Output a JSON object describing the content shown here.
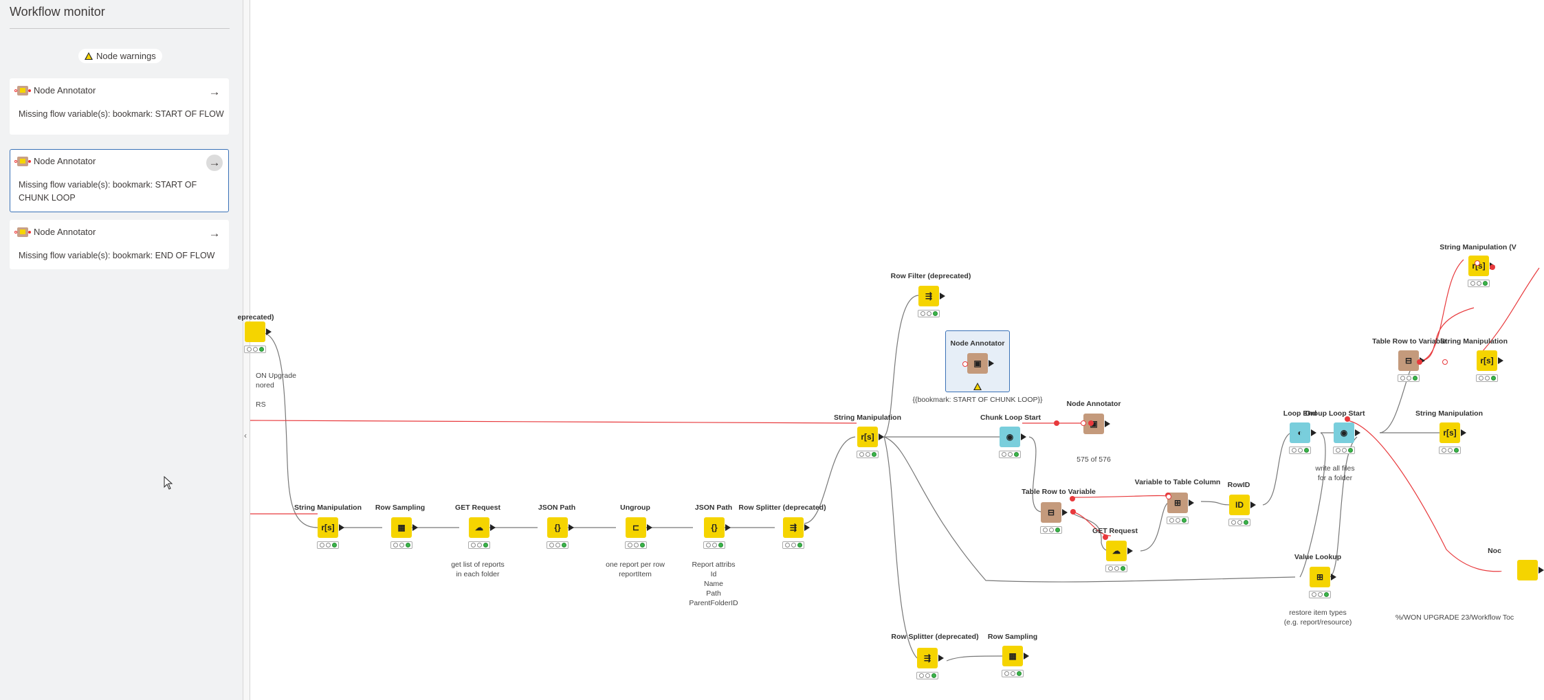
{
  "sidebar": {
    "title": "Workflow monitor",
    "warnings_pill": "Node warnings",
    "cards": [
      {
        "node": "Node Annotator",
        "message": "Missing flow variable(s): bookmark: START OF FLOW"
      },
      {
        "node": "Node Annotator",
        "message": "Missing flow variable(s): bookmark: START OF CHUNK LOOP"
      },
      {
        "node": "Node Annotator",
        "message": "Missing flow variable(s): bookmark: END OF FLOW"
      }
    ],
    "arrow": "→",
    "collapse": "‹"
  },
  "canvas": {
    "nodes": {
      "deprecated_partial": {
        "label": "eprecated)",
        "annot": "ON Upgrade\nnored\n\nRS"
      },
      "string_manip_1": {
        "label": "String Manipulation",
        "icon": "r[s]"
      },
      "row_sampling_1": {
        "label": "Row Sampling",
        "icon": "▦"
      },
      "get_request_1": {
        "label": "GET Request",
        "icon": "☁",
        "annot": "get list of reports\nin each folder"
      },
      "json_path_1": {
        "label": "JSON Path",
        "icon": "{}"
      },
      "ungroup": {
        "label": "Ungroup",
        "icon": "⊏",
        "annot": "one report per row\nreportItem"
      },
      "json_path_2": {
        "label": "JSON Path",
        "icon": "{}",
        "annot": "Report attribs\nId\nName\nPath\nParentFolderID"
      },
      "row_splitter_1": {
        "label": "Row Splitter (deprecated)",
        "icon": "⇶"
      },
      "string_manip_2": {
        "label": "String Manipulation",
        "icon": "r[s]"
      },
      "row_filter": {
        "label": "Row Filter (deprecated)",
        "icon": "⇶"
      },
      "node_annotator_1": {
        "label": "Node Annotator",
        "icon": "▣",
        "annot": "{{bookmark: START OF CHUNK LOOP}}"
      },
      "chunk_loop_start": {
        "label": "Chunk Loop Start",
        "icon": "◉"
      },
      "node_annotator_2": {
        "label": "Node Annotator",
        "icon": "▣",
        "annot": "575 of 576"
      },
      "table_row_to_var_1": {
        "label": "Table Row to Variable",
        "icon": "⊟"
      },
      "get_request_2": {
        "label": "GET Request",
        "icon": "☁"
      },
      "var_to_table_col": {
        "label": "Variable to Table Column",
        "icon": "⊞"
      },
      "rowid": {
        "label": "RowID",
        "icon": "ID"
      },
      "loop_end": {
        "label": "Loop End",
        "icon": "◐"
      },
      "group_loop_start": {
        "label": "Group Loop Start",
        "icon": "◉",
        "annot": "write all files\nfor a folder"
      },
      "value_lookup": {
        "label": "Value Lookup",
        "icon": "⊞",
        "annot": "restore item types\n(e.g. report/resource)"
      },
      "row_splitter_2": {
        "label": "Row Splitter (deprecated)",
        "icon": "⇶"
      },
      "row_sampling_2": {
        "label": "Row Sampling",
        "icon": "▦"
      },
      "table_row_to_var_2": {
        "label": "Table Row to Variable",
        "icon": "⊟"
      },
      "string_manip_v1": {
        "label": "String Manipulation (V",
        "icon": "r[s]"
      },
      "string_manip_v2": {
        "label": "String Manipulation",
        "icon": "r[s]"
      },
      "string_manip_3": {
        "label": "String Manipulation",
        "icon": "r[s]"
      },
      "node_partial": {
        "label": "Noc",
        "annot": "%/WON UPGRADE 23/Workflow Toc"
      }
    }
  },
  "colors": {
    "accent": "#3870b6",
    "node_yellow": "#f5d400",
    "node_teal": "#79cedc",
    "node_brown": "#c49a7c",
    "flow_variable": "#e8393c"
  }
}
